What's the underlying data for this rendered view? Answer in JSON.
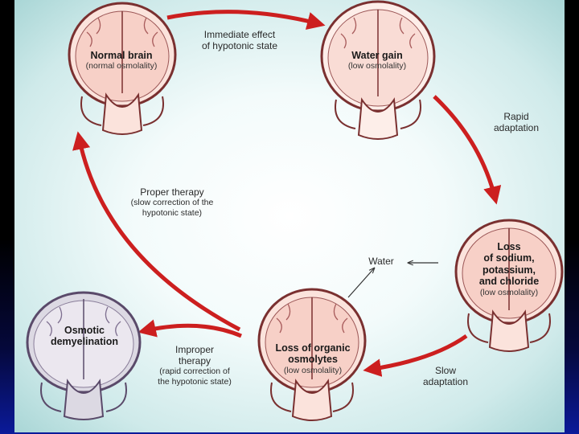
{
  "colors": {
    "arrow": "#cc1f1f",
    "brain_fill": "#fbe3dc",
    "brain_outline": "#7a3030",
    "cortex": "#e7bdb4",
    "gray_brain": "#d9d6df",
    "panel": "#e6f4f4"
  },
  "brains": {
    "normal": {
      "title": "Normal brain",
      "osmolality": "(normal osmolality)"
    },
    "water_gain": {
      "title": "Water gain",
      "osmolality": "(low osmolality)"
    },
    "loss_ions": {
      "title_lines": [
        "Loss",
        "of sodium,",
        "potassium,",
        "and chloride"
      ],
      "osmolality": "(low osmolality)"
    },
    "loss_organic": {
      "title_lines": [
        "Loss of organic",
        "osmolytes"
      ],
      "osmolality": "(low osmolality)"
    },
    "osmotic": {
      "title_lines": [
        "Osmotic",
        "demyelination"
      ]
    }
  },
  "labels": {
    "immediate": [
      "Immediate effect",
      "of hypotonic state"
    ],
    "rapid": [
      "Rapid",
      "adaptation"
    ],
    "slow": [
      "Slow",
      "adaptation"
    ],
    "water": "Water",
    "proper_main": "Proper therapy",
    "proper_sub": [
      "(slow correction of the",
      "hypotonic state)"
    ],
    "improper_main": [
      "Improper",
      "therapy"
    ],
    "improper_sub": [
      "(rapid correction of",
      "the hypotonic state)"
    ]
  }
}
